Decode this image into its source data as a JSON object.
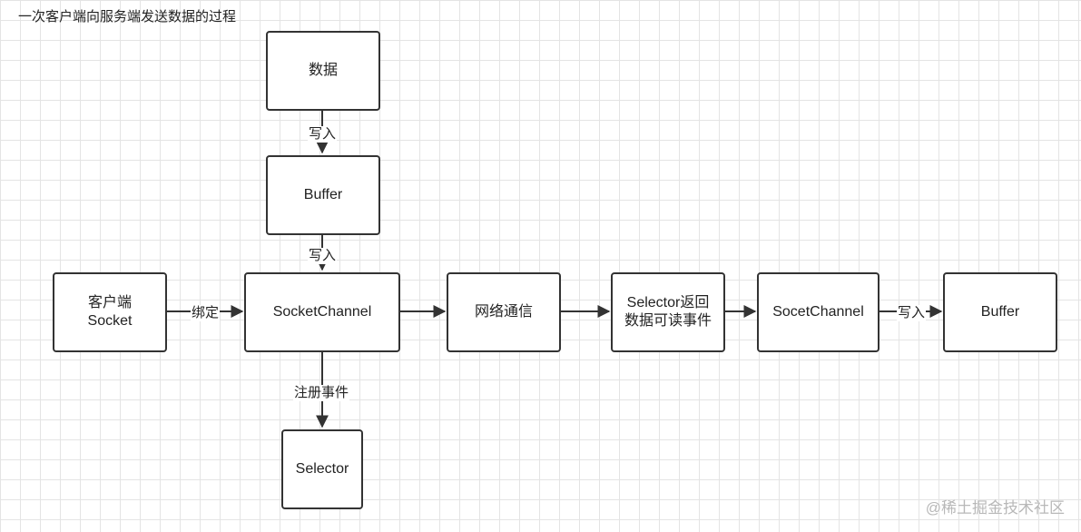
{
  "title": "一次客户端向服务端发送数据的过程",
  "nodes": {
    "data": "数据",
    "buffer_top": "Buffer",
    "client_socket_line1": "客户端",
    "client_socket_line2": "Socket",
    "socket_channel": "SocketChannel",
    "network": "网络通信",
    "selector_return_line1": "Selector返回",
    "selector_return_line2": "数据可读事件",
    "socet_channel": "SocetChannel",
    "buffer_right": "Buffer",
    "selector": "Selector"
  },
  "edges": {
    "write_1": "写入",
    "write_2": "写入",
    "bind": "绑定",
    "register_event": "注册事件",
    "write_3": "写入"
  },
  "watermark": "@稀土掘金技术社区"
}
